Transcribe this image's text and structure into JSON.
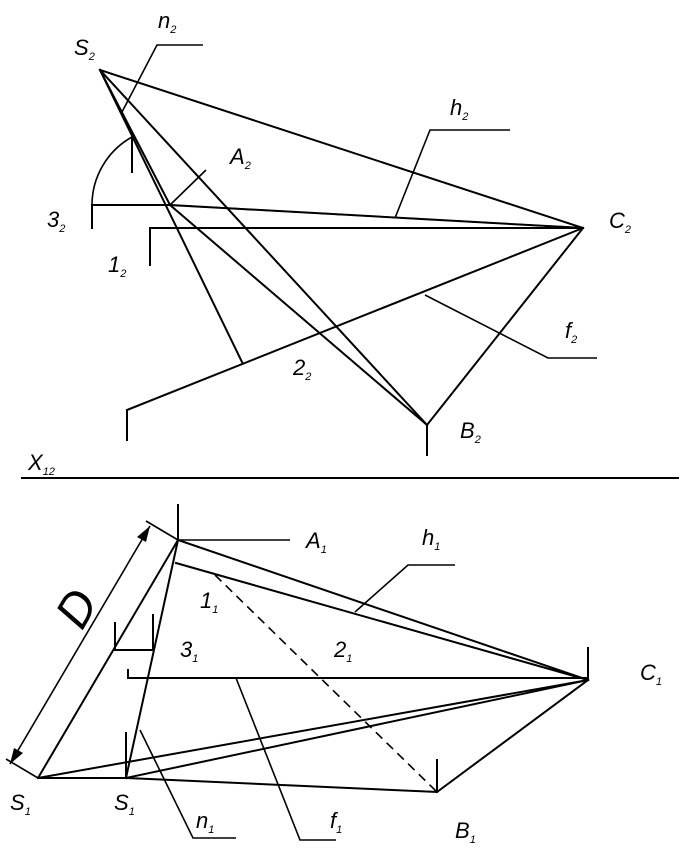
{
  "labels": {
    "S2": {
      "main": "S",
      "sub": "2"
    },
    "n2": {
      "main": "n",
      "sub": "2"
    },
    "h2": {
      "main": "h",
      "sub": "2"
    },
    "A2": {
      "main": "A",
      "sub": "2"
    },
    "three2": {
      "main": "3",
      "sub": "2"
    },
    "C2": {
      "main": "C",
      "sub": "2"
    },
    "one2": {
      "main": "1",
      "sub": "2"
    },
    "f2": {
      "main": "f",
      "sub": "2"
    },
    "two2": {
      "main": "2",
      "sub": "2"
    },
    "B2": {
      "main": "B",
      "sub": "2"
    },
    "X12": {
      "main": "X",
      "sub": "12"
    },
    "A1": {
      "main": "A",
      "sub": "1"
    },
    "h1": {
      "main": "h",
      "sub": "1"
    },
    "one1": {
      "main": "1",
      "sub": "1"
    },
    "three1": {
      "main": "3",
      "sub": "1"
    },
    "two1": {
      "main": "2",
      "sub": "1"
    },
    "C1": {
      "main": "C",
      "sub": "1"
    },
    "S1a": {
      "main": "S",
      "sub": "1"
    },
    "S1b": {
      "main": "S",
      "sub": "1"
    },
    "n1": {
      "main": "n",
      "sub": "1"
    },
    "f1": {
      "main": "f",
      "sub": "1"
    },
    "B1": {
      "main": "B",
      "sub": "1"
    },
    "D": {
      "main": "D"
    }
  }
}
